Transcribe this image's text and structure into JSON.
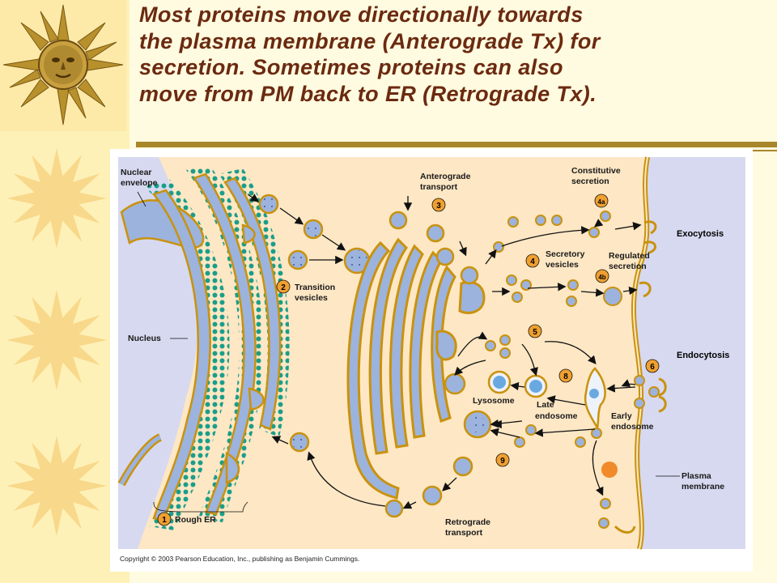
{
  "slide": {
    "title_lines": [
      "Most proteins move directionally towards",
      "the plasma membrane (Anterograde Tx) for",
      "secretion.  Sometimes proteins can also",
      "move from PM back to ER (Retrograde Tx)."
    ]
  },
  "figure": {
    "labels": {
      "nuclear_envelope_1": "Nuclear",
      "nuclear_envelope_2": "envelope",
      "nucleus": "Nucleus",
      "rough_er": "Rough ER",
      "transition_1": "Transition",
      "transition_2": "vesicles",
      "anterograde_1": "Anterograde",
      "anterograde_2": "transport",
      "constitutive_1": "Constitutive",
      "constitutive_2": "secretion",
      "secretory_1": "Secretory",
      "secretory_2": "vesicles",
      "regulated_1": "Regulated",
      "regulated_2": "secretion",
      "exocytosis": "Exocytosis",
      "endocytosis": "Endocytosis",
      "lysosome": "Lysosome",
      "late_endosome_1": "Late",
      "late_endosome_2": "endosome",
      "early_endosome_1": "Early",
      "early_endosome_2": "endosome",
      "plasma_membrane_1": "Plasma",
      "plasma_membrane_2": "membrane",
      "retrograde_1": "Retrograde",
      "retrograde_2": "transport"
    },
    "steps": {
      "s1": "1",
      "s2": "2",
      "s3": "3",
      "s4": "4",
      "s4a": "4a",
      "s4b": "4b",
      "s5": "5",
      "s6": "6",
      "s8": "8",
      "s9": "9"
    },
    "credit": "Copyright © 2003 Pearson Education, Inc., publishing as Benjamin Cummings."
  },
  "colors": {
    "title": "#6b2a10",
    "cytoplasm": "#fde7c4",
    "nucleus": "#d7d9f0",
    "organelle": "#9cb3dd",
    "membrane": "#c9920e",
    "ribosome": "#1a9e8a",
    "step_badge": "#f0a030"
  }
}
